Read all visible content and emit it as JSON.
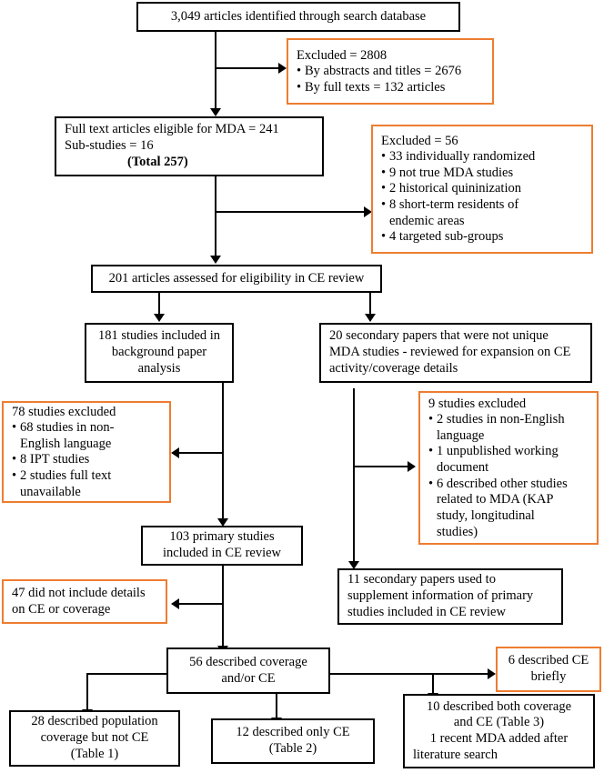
{
  "diagram": {
    "title": "PRISMA-style study selection flow diagram for MDA CE review",
    "colors": {
      "box_border": "#000000",
      "excluded_box_border": "#ED7D31",
      "background": "#FFFFFF",
      "connector": "#000000"
    }
  },
  "nodes": {
    "identified": {
      "text": "3,049 articles identified through search database"
    },
    "excluded_2808": {
      "header": "Excluded = 2808",
      "bullets": [
        "By abstracts and titles = 2676",
        "By full texts = 132 articles"
      ]
    },
    "full_text_eligible": {
      "line1": "Full text articles eligible for MDA = 241",
      "line2": "Sub-studies = 16",
      "line3": "(Total 257)"
    },
    "excluded_56": {
      "header": "Excluded = 56",
      "bullets": [
        "33 individually randomized",
        "9 not true MDA studies",
        "2 historical quininization",
        "8 short-term residents of\nendemic areas",
        "4 targeted sub-groups"
      ]
    },
    "assessed_201": {
      "text": "201 articles assessed for eligibility in CE review"
    },
    "background_181": {
      "line1": "181 studies included in",
      "line2": "background paper",
      "line3": "analysis"
    },
    "secondary_20": {
      "line1": "20 secondary papers that were not unique",
      "line2": "MDA studies - reviewed for expansion on CE",
      "line3": "activity/coverage details"
    },
    "excluded_78": {
      "header": "78 studies excluded",
      "bullets": [
        "68 studies in non-\nEnglish language",
        "8 IPT studies",
        "2 studies full text\nunavailable"
      ]
    },
    "excluded_9": {
      "header": "9 studies excluded",
      "bullets": [
        "2 studies in non-English\nlanguage",
        "1 unpublished working\ndocument",
        "6 described other studies\nrelated to MDA (KAP\nstudy, longitudinal\nstudies)"
      ]
    },
    "primary_103": {
      "line1": "103 primary studies",
      "line2": "included in CE review"
    },
    "secondary_11": {
      "line1": "11 secondary papers used to",
      "line2": "supplement information of primary",
      "line3": "studies included in CE review"
    },
    "excluded_47": {
      "line1": "47 did not include details",
      "line2": "on CE or coverage"
    },
    "described_56": {
      "line1": "56 described coverage",
      "line2": "and/or CE"
    },
    "briefly_6": {
      "line1": "6 described CE",
      "line2": "briefly"
    },
    "population_28": {
      "line1": "28 described population",
      "line2": "coverage but not CE",
      "line3": "(Table 1)"
    },
    "only_ce_12": {
      "line1": "12 described only CE",
      "line2": "(Table 2)"
    },
    "both_10": {
      "line1": "10 described both coverage",
      "line2": "and CE (Table 3)",
      "line3": "1 recent MDA added after",
      "line4": "literature search"
    }
  }
}
